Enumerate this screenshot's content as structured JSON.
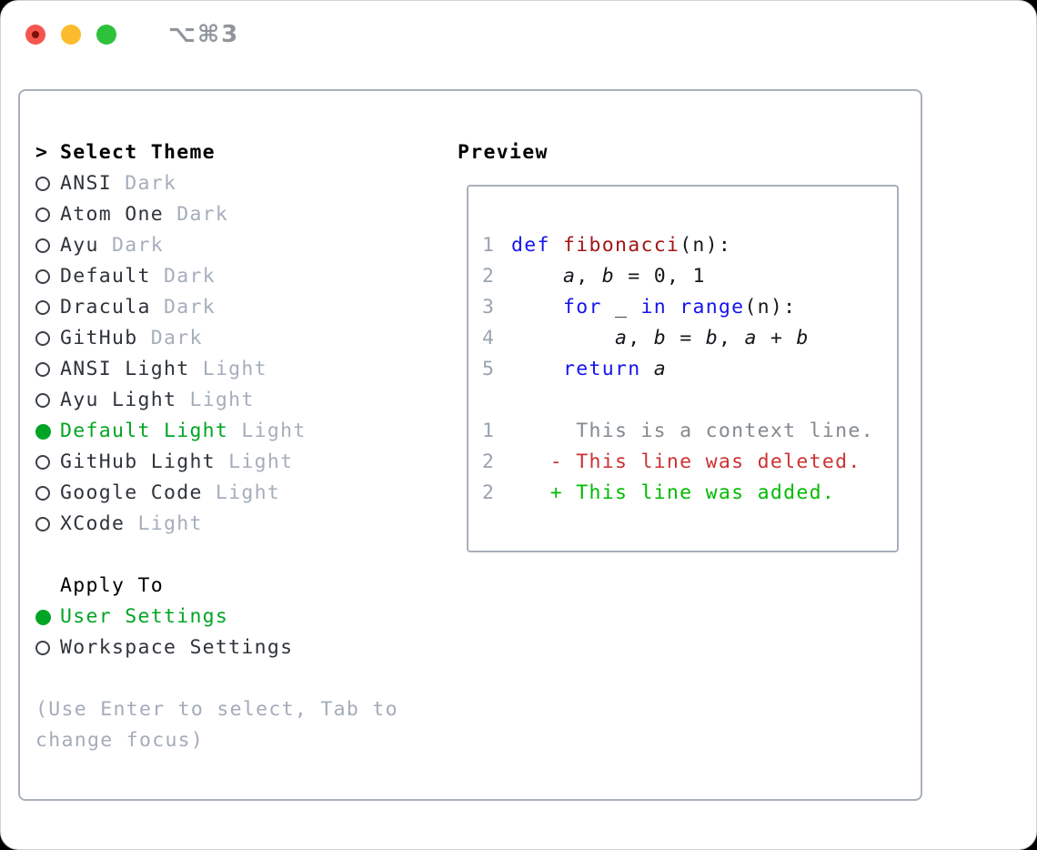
{
  "window": {
    "shortcut_title": "⌥⌘3"
  },
  "colors": {
    "light-red": "#f4564e",
    "light-yellow": "#fcbb2d",
    "light-green": "#2ec23b",
    "title-gray": "#8f959b",
    "border-gray": "#a8b0ba",
    "sel-green": "#00a524",
    "suffix-gray": "#a5aebb",
    "help-gray": "#a4acb9",
    "lnum-gray": "#9aa3b0",
    "kw-blue": "#1414ee",
    "fn-red": "#a31515",
    "ctx-gray": "#83898f",
    "del-red": "#cd3131",
    "add-green": "#00bb00"
  },
  "theme_picker": {
    "cursor": ">",
    "header": "Select Theme",
    "items": [
      {
        "name": "ANSI",
        "variant": "Dark",
        "selected": false
      },
      {
        "name": "Atom One",
        "variant": "Dark",
        "selected": false
      },
      {
        "name": "Ayu",
        "variant": "Dark",
        "selected": false
      },
      {
        "name": "Default",
        "variant": "Dark",
        "selected": false
      },
      {
        "name": "Dracula",
        "variant": "Dark",
        "selected": false
      },
      {
        "name": "GitHub",
        "variant": "Dark",
        "selected": false
      },
      {
        "name": "ANSI Light",
        "variant": "Light",
        "selected": false
      },
      {
        "name": "Ayu Light",
        "variant": "Light",
        "selected": false
      },
      {
        "name": "Default Light",
        "variant": "Light",
        "selected": true
      },
      {
        "name": "GitHub Light",
        "variant": "Light",
        "selected": false
      },
      {
        "name": "Google Code",
        "variant": "Light",
        "selected": false
      },
      {
        "name": "XCode",
        "variant": "Light",
        "selected": false
      }
    ],
    "apply_to": {
      "header": "Apply To",
      "options": [
        {
          "label": "User Settings",
          "selected": true
        },
        {
          "label": "Workspace Settings",
          "selected": false
        }
      ]
    },
    "help_lines": [
      "(Use Enter to select, Tab to",
      "change focus)"
    ]
  },
  "preview": {
    "label": "Preview",
    "lines": [
      {
        "num": "1",
        "segments": [
          {
            "t": "def",
            "c": "kw"
          },
          {
            "t": " "
          },
          {
            "t": "fibonacci",
            "c": "fn"
          },
          {
            "t": "(n):"
          }
        ]
      },
      {
        "num": "2",
        "segments": [
          {
            "t": "    "
          },
          {
            "t": "a",
            "c": "var"
          },
          {
            "t": ", "
          },
          {
            "t": "b",
            "c": "var"
          },
          {
            "t": " = 0, 1"
          }
        ]
      },
      {
        "num": "3",
        "segments": [
          {
            "t": "    "
          },
          {
            "t": "for",
            "c": "kw"
          },
          {
            "t": " _ "
          },
          {
            "t": "in",
            "c": "kw"
          },
          {
            "t": " "
          },
          {
            "t": "range",
            "c": "kw"
          },
          {
            "t": "(n):"
          }
        ]
      },
      {
        "num": "4",
        "segments": [
          {
            "t": "        "
          },
          {
            "t": "a",
            "c": "var"
          },
          {
            "t": ", "
          },
          {
            "t": "b",
            "c": "var"
          },
          {
            "t": " = "
          },
          {
            "t": "b",
            "c": "var"
          },
          {
            "t": ", "
          },
          {
            "t": "a",
            "c": "var"
          },
          {
            "t": " + "
          },
          {
            "t": "b",
            "c": "var"
          }
        ]
      },
      {
        "num": "5",
        "segments": [
          {
            "t": "    "
          },
          {
            "t": "return",
            "c": "kw"
          },
          {
            "t": " "
          },
          {
            "t": "a",
            "c": "var"
          }
        ]
      },
      {
        "num": "",
        "segments": []
      },
      {
        "num": "1",
        "segments": [
          {
            "t": "     This is a context line.",
            "c": "ctx"
          }
        ]
      },
      {
        "num": "2",
        "segments": [
          {
            "t": "   "
          },
          {
            "t": "- This line was deleted.",
            "c": "del"
          }
        ]
      },
      {
        "num": "2",
        "segments": [
          {
            "t": "   "
          },
          {
            "t": "+ This line was added.",
            "c": "add"
          }
        ]
      }
    ]
  }
}
